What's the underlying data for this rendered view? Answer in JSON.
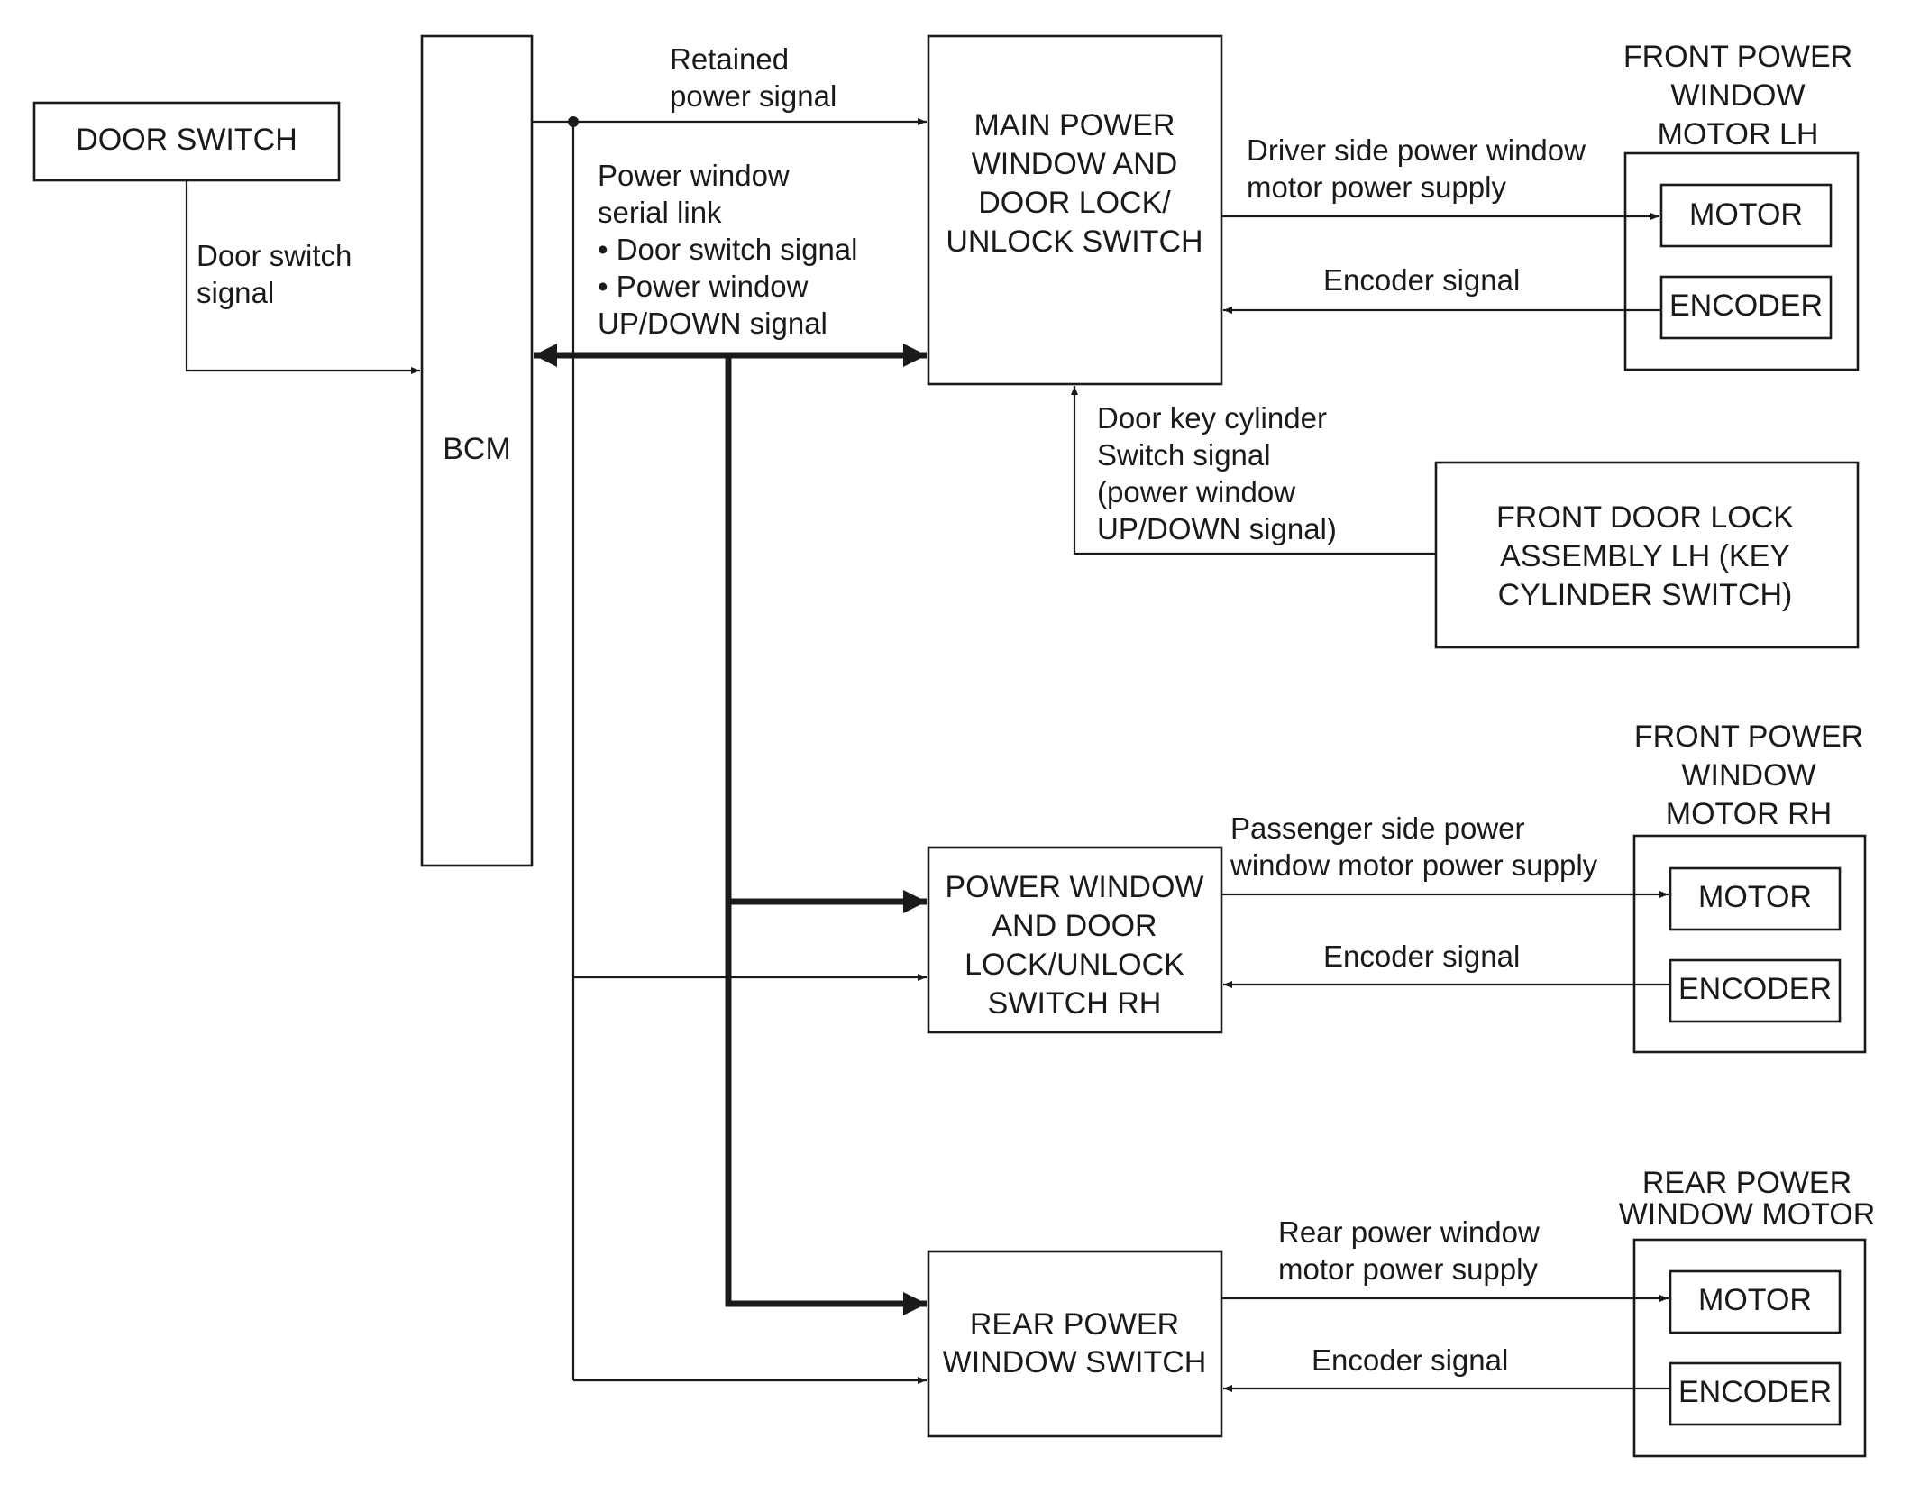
{
  "blocks": {
    "door_switch": [
      "DOOR SWITCH"
    ],
    "bcm": [
      "BCM"
    ],
    "main_switch": [
      "MAIN POWER",
      "WINDOW AND",
      "DOOR LOCK/",
      "UNLOCK SWITCH"
    ],
    "front_lh_title": [
      "FRONT POWER",
      "WINDOW",
      "MOTOR LH"
    ],
    "lh_motor": [
      "MOTOR"
    ],
    "lh_encoder": [
      "ENCODER"
    ],
    "front_door_lock": [
      "FRONT DOOR LOCK",
      "ASSEMBLY LH (KEY",
      "CYLINDER SWITCH)"
    ],
    "front_rh_title": [
      "FRONT POWER",
      "WINDOW",
      "MOTOR RH"
    ],
    "rh_motor": [
      "MOTOR"
    ],
    "rh_encoder": [
      "ENCODER"
    ],
    "rh_switch": [
      "POWER WINDOW",
      "AND DOOR",
      "LOCK/UNLOCK",
      "SWITCH RH"
    ],
    "rear_title": [
      "REAR POWER",
      "WINDOW MOTOR"
    ],
    "rear_motor": [
      "MOTOR"
    ],
    "rear_encoder": [
      "ENCODER"
    ],
    "rear_switch": [
      "REAR POWER",
      "WINDOW SWITCH"
    ]
  },
  "labels": {
    "door_switch_signal": [
      "Door switch",
      "signal"
    ],
    "retained_power": [
      "Retained",
      "power signal"
    ],
    "serial_link": [
      "Power window",
      "serial link",
      "• Door switch signal",
      "• Power window",
      "UP/DOWN signal"
    ],
    "driver_supply": [
      "Driver side power window",
      "motor power supply"
    ],
    "encoder_lh": [
      "Encoder signal"
    ],
    "key_cylinder": [
      "Door key cylinder",
      "Switch signal",
      "(power window",
      "UP/DOWN signal)"
    ],
    "passenger_supply": [
      "Passenger side power",
      "window motor power supply"
    ],
    "encoder_rh": [
      "Encoder signal"
    ],
    "rear_supply": [
      "Rear power window",
      "motor power supply"
    ],
    "encoder_rear": [
      "Encoder signal"
    ]
  }
}
